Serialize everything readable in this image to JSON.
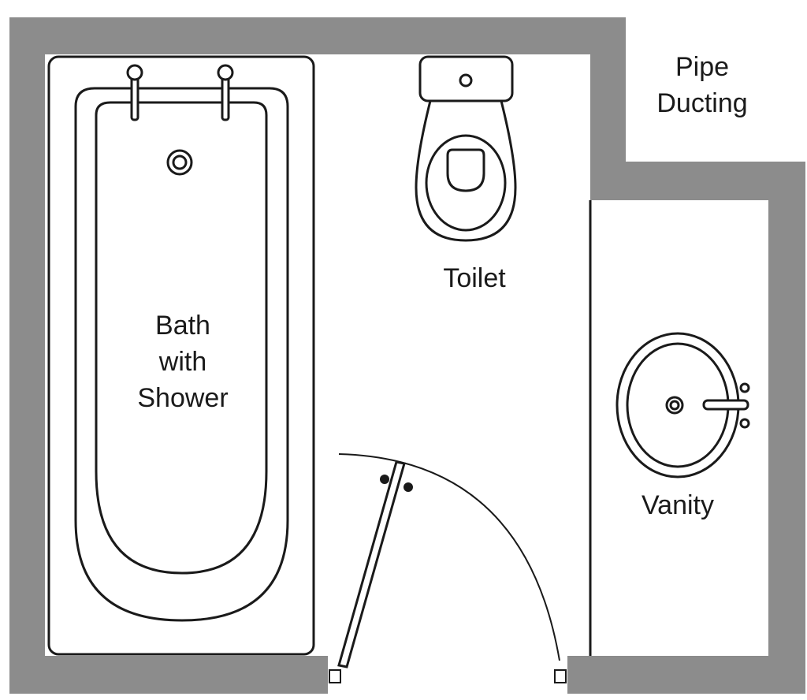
{
  "labels": {
    "bath": [
      "Bath",
      "with",
      "Shower"
    ],
    "toilet": "Toilet",
    "vanity": "Vanity",
    "pipe_ducting": [
      "Pipe",
      "Ducting"
    ]
  },
  "colors": {
    "wall": "#8c8c8c",
    "line": "#1a1a1a",
    "fixture_fill": "#ffffff",
    "background": "#ffffff"
  }
}
